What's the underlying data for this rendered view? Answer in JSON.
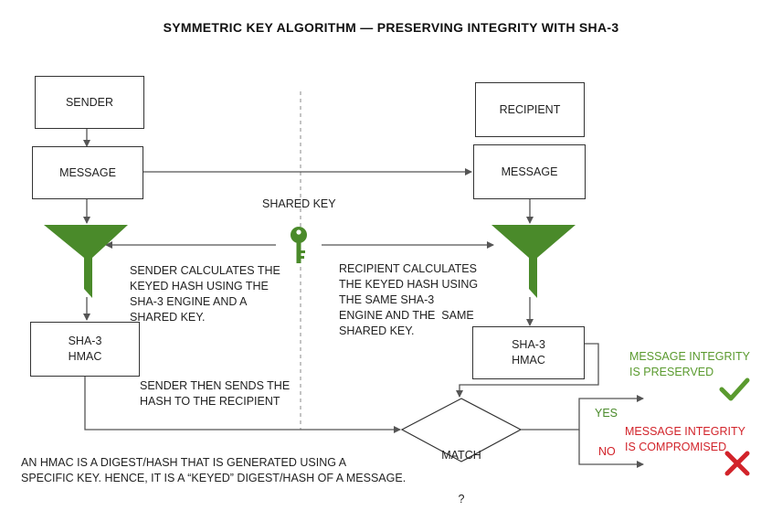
{
  "title": "SYMMETRIC KEY ALGORITHM — PRESERVING INTEGRITY WITH SHA-3",
  "sender": {
    "box_label": "SENDER",
    "message_label": "MESSAGE",
    "hmac_label_line1": "SHA-3",
    "hmac_label_line2": "HMAC",
    "calc_text": "SENDER CALCULATES THE\nKEYED HASH USING THE\nSHA-3 ENGINE AND A\nSHARED KEY.",
    "send_text": "SENDER THEN SENDS THE\nHASH TO THE RECIPIENT"
  },
  "recipient": {
    "box_label": "RECIPIENT",
    "message_label": "MESSAGE",
    "hmac_label_line1": "SHA-3",
    "hmac_label_line2": "HMAC",
    "calc_text": "RECIPIENT CALCULATES\nTHE KEYED HASH USING\nTHE SAME SHA-3\nENGINE AND THE  SAME\nSHARED KEY."
  },
  "shared_key_label": "SHARED KEY",
  "decision": {
    "label_line1": "MATCH",
    "label_line2": "?",
    "yes_label": "YES",
    "no_label": "NO"
  },
  "outcomes": {
    "preserved_text": "MESSAGE INTEGRITY\nIS PRESERVED",
    "compromised_text": "MESSAGE INTEGRITY\nIS COMPROMISED"
  },
  "footnote": "AN HMAC IS A DIGEST/HASH THAT IS GENERATED USING A\nSPECIFIC KEY. HENCE, IT IS A “KEYED” DIGEST/HASH OF A MESSAGE.",
  "colors": {
    "accent_green": "#4a8a2a",
    "success_green": "#5a9a2e",
    "danger_red": "#d2232a",
    "line_gray": "#5a5a5a"
  },
  "icons": {
    "key": "key-icon",
    "funnel": "funnel-icon",
    "check": "checkmark-icon",
    "cross": "cross-icon"
  }
}
